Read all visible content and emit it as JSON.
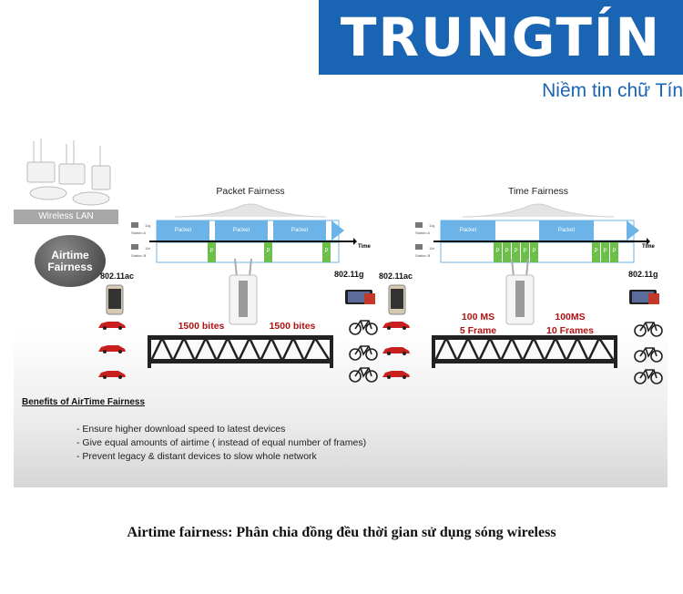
{
  "brand": {
    "name": "TRUNGTÍN",
    "tagline": "Niềm tin chữ Tín",
    "color": "#1a64b4"
  },
  "left_panel": {
    "wireless_label": "Wireless LAN",
    "circle_label_1": "Airtime",
    "circle_label_2": "Fairness"
  },
  "packet_fairness": {
    "title": "Packet Fairness",
    "row1_tag": "11g",
    "row2_tag": "11n",
    "station_a": "Station A",
    "station_b": "Station B",
    "packet_label": "Packet",
    "p_label": "P",
    "time_label": "Time",
    "left_device": "802.11ac",
    "right_device": "802.11g",
    "left_speed": "1500 bites",
    "right_speed": "1500 bites"
  },
  "time_fairness": {
    "title": "Time Fairness",
    "row1_tag": "11g",
    "row2_tag": "11n",
    "station_a": "Station A",
    "station_b": "Station B",
    "packet_label": "Packet",
    "p_label": "P",
    "time_label": "Time",
    "left_device": "802.11ac",
    "right_device": "802.11g",
    "left_line1": "100 MS",
    "left_line2": "5 Frame",
    "right_line1": "100MS",
    "right_line2": "10 Frames"
  },
  "benefits": {
    "title": "Benefits of AirTime Fairness",
    "items": [
      "-   Ensure higher download speed to latest devices",
      "-   Give equal amounts of airtime ( instead of equal number of frames)",
      "-   Prevent legacy & distant devices to slow whole network"
    ]
  },
  "caption": "Airtime fairness: Phân chia đồng đều thời gian sử dụng sóng wireless",
  "colors": {
    "packet_blue": "#6cb4e8",
    "p_green": "#6cc04a",
    "red_text": "#b01010"
  }
}
